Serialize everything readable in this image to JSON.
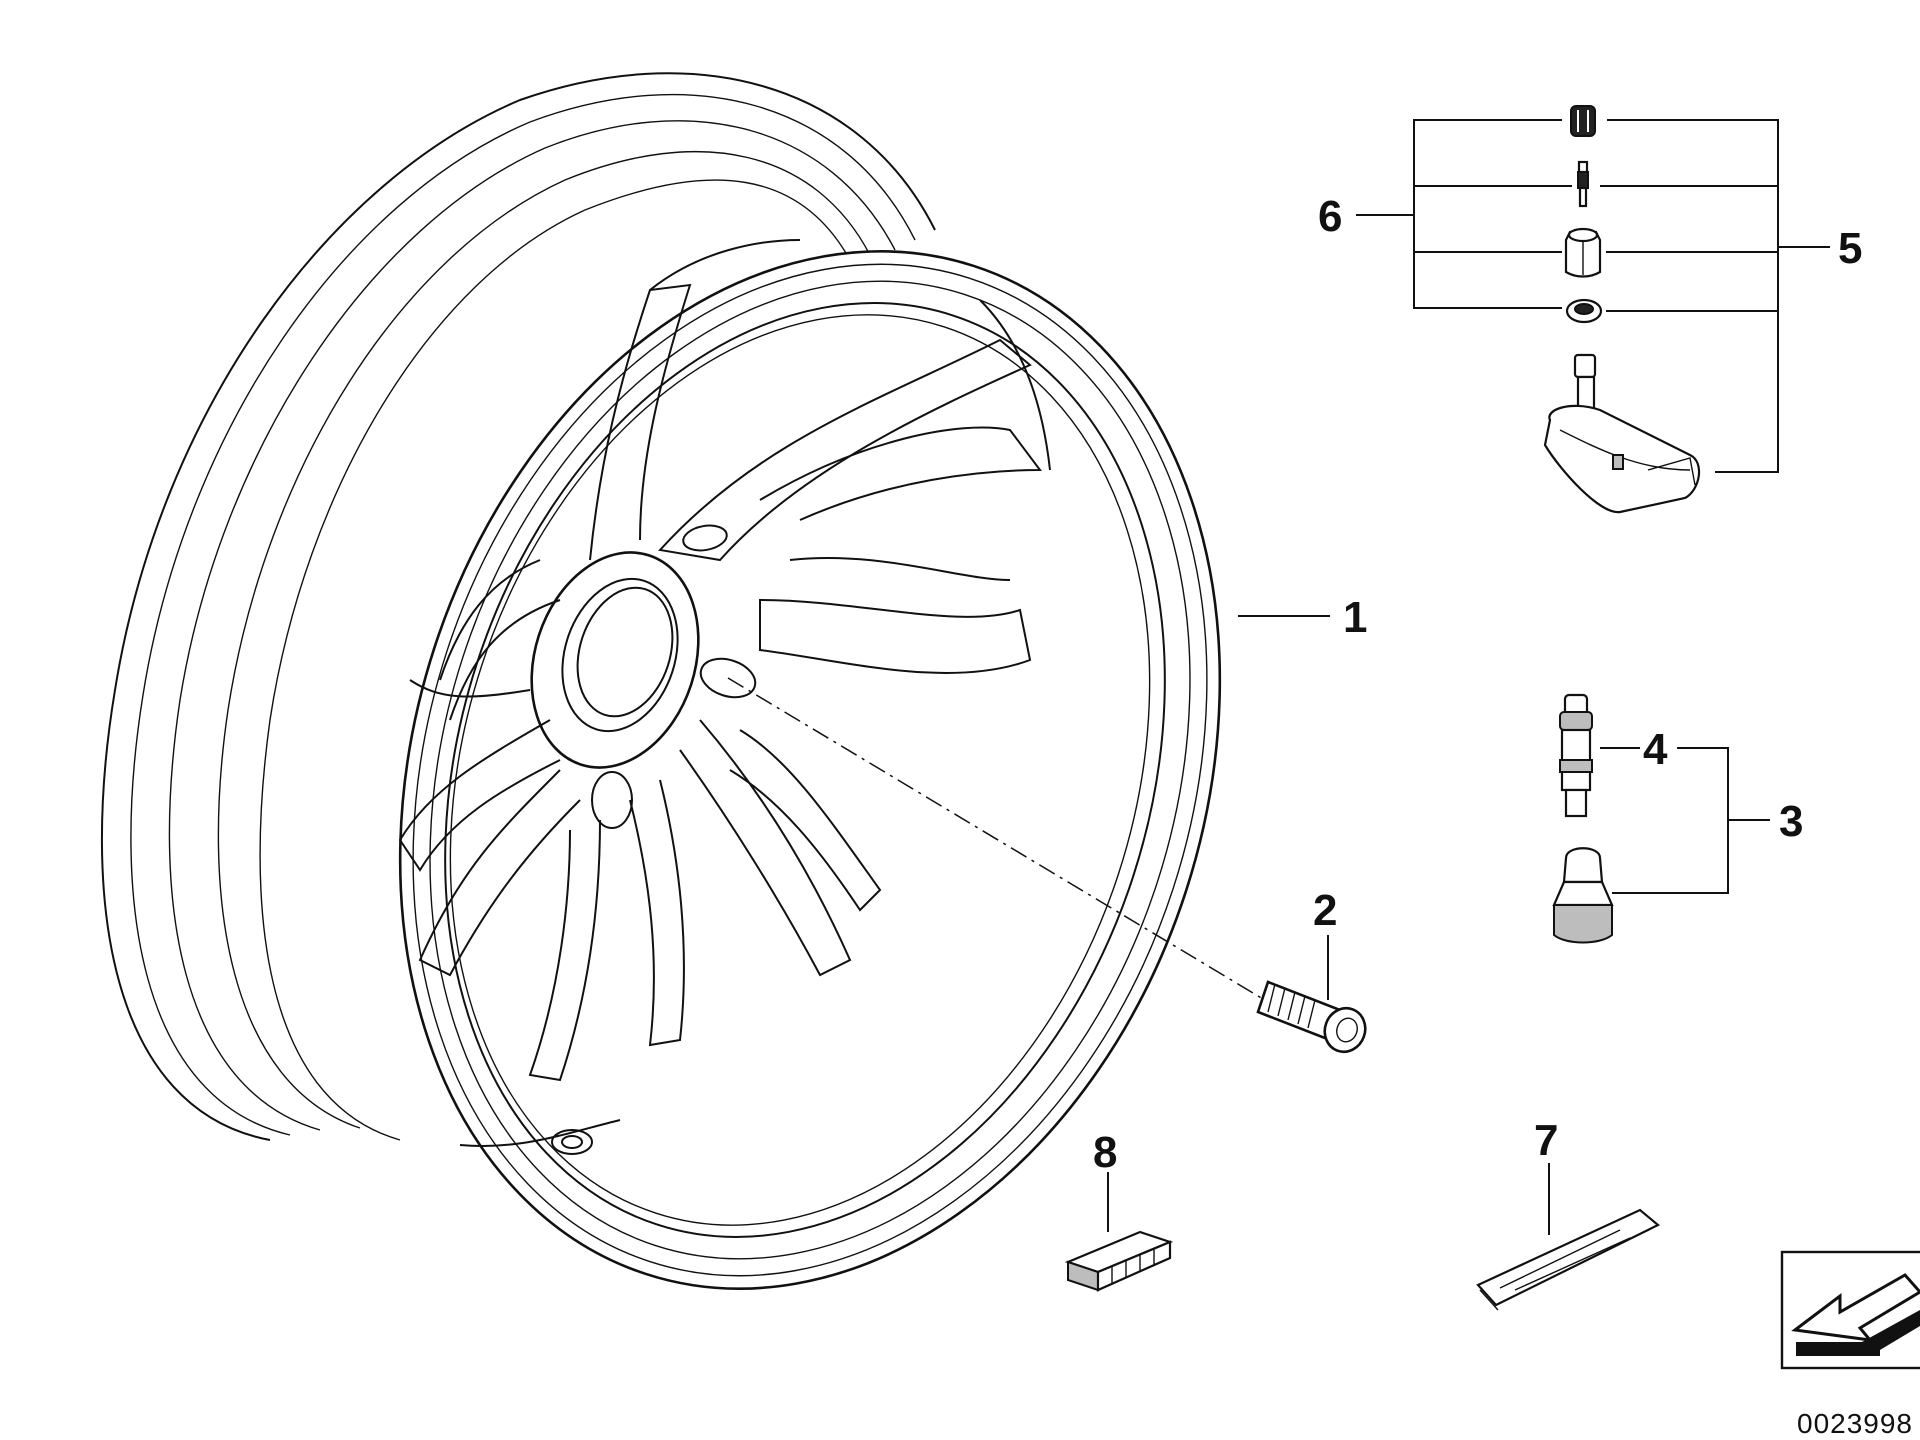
{
  "callouts": [
    {
      "id": "1",
      "label": "1"
    },
    {
      "id": "2",
      "label": "2"
    },
    {
      "id": "3",
      "label": "3"
    },
    {
      "id": "4",
      "label": "4"
    },
    {
      "id": "5",
      "label": "5"
    },
    {
      "id": "6",
      "label": "6"
    },
    {
      "id": "7",
      "label": "7"
    },
    {
      "id": "8",
      "label": "8"
    }
  ],
  "reference_number": "0023998",
  "icons": {
    "corner_symbol": "arrow-return-icon"
  }
}
